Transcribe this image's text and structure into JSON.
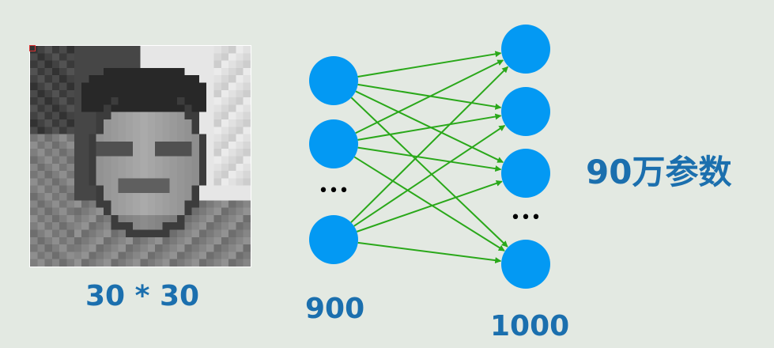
{
  "image": {
    "caption": "30 * 30",
    "grid_size": 30
  },
  "network": {
    "input_label": "900",
    "output_label": "1000",
    "input_nodes_shown": 3,
    "output_nodes_shown": 4,
    "ellipsis": "•••"
  },
  "params_label": "90万参数",
  "colors": {
    "node": "#0399f3",
    "edge": "#2aa81a",
    "text": "#1b6fae",
    "background": "#e3e9e2"
  }
}
